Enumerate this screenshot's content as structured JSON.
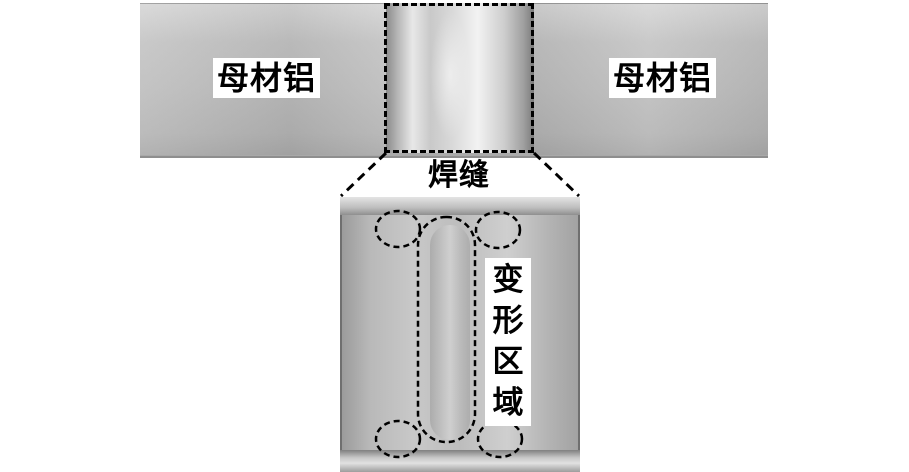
{
  "labels": {
    "base_left": "母材铝",
    "base_right": "母材铝",
    "weld": "焊缝",
    "deformation": [
      "变",
      "形",
      "区",
      "域"
    ]
  },
  "colors": {
    "background": "#ffffff",
    "dash": "#000000",
    "metal": "#c0c0c0"
  }
}
